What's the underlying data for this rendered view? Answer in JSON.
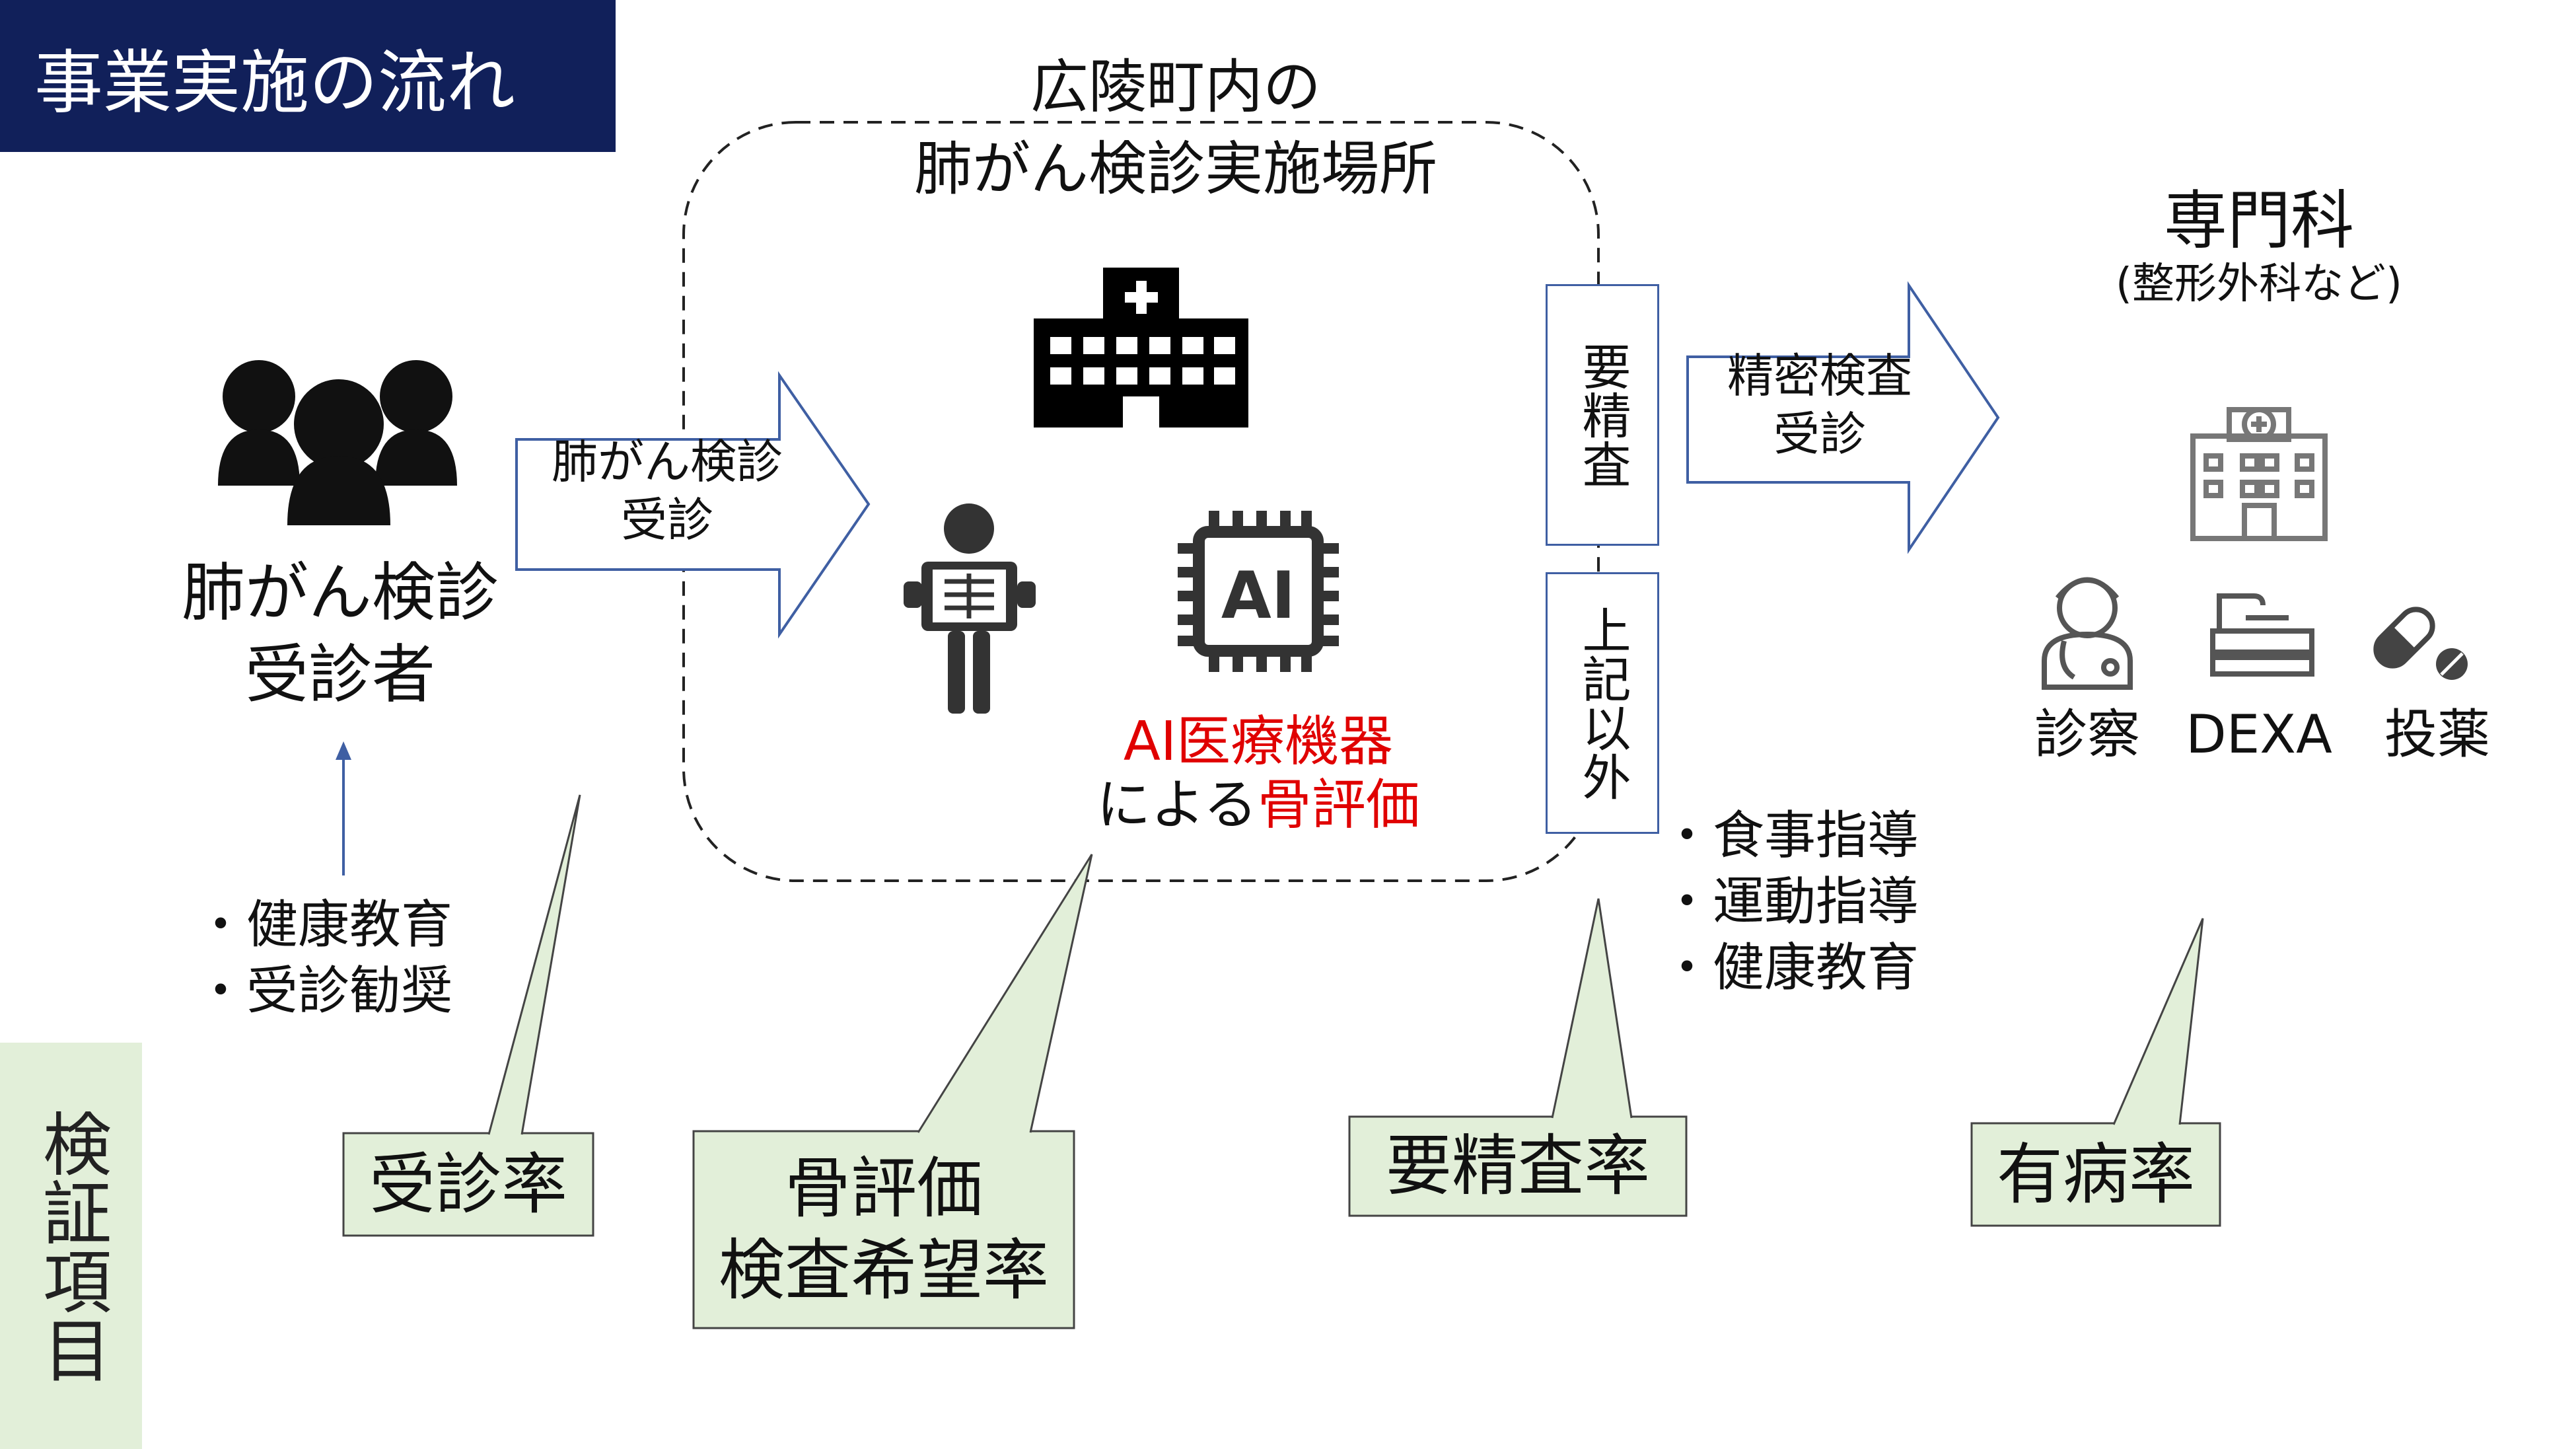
{
  "title": "事業実施の流れ",
  "venue": {
    "line1": "広陵町内の",
    "line2": "肺がん検診実施場所"
  },
  "examinee": {
    "line1": "肺がん検診",
    "line2": "受診者"
  },
  "guidance": [
    "健康教育",
    "受診勧奨"
  ],
  "arrow_screening": {
    "line1": "肺がん検診",
    "line2": "受診"
  },
  "ai": {
    "line1": "AI医療機器",
    "line2_prefix": "による",
    "line2_highlight": "骨評価"
  },
  "precise_needed": "要精査",
  "other_cases": "上記以外",
  "arrow_detail": {
    "line1": "精密検査",
    "line2": "受診"
  },
  "specialist": {
    "title": "専門科",
    "subtitle": "(整形外科など)"
  },
  "services": [
    "診察",
    "DEXA",
    "投薬"
  ],
  "followup": [
    "食事指導",
    "運動指導",
    "健康教育"
  ],
  "verification_label": "検証項目",
  "metrics": {
    "participation": "受診率",
    "bone_eval": {
      "line1": "骨評価",
      "line2": "検査希望率"
    },
    "precise_rate": "要精査率",
    "prevalence": "有病率"
  },
  "icons": [
    "people-icon",
    "hospital-icon",
    "xray-person-icon",
    "ai-chip-icon",
    "clinic-icon",
    "doctor-icon",
    "dexa-scanner-icon",
    "pill-icon"
  ],
  "colors": {
    "title_bg": "#11205a",
    "arrow_border": "#3f5fa3",
    "callout_fill": "#e2efd9",
    "highlight": "#e00000"
  }
}
